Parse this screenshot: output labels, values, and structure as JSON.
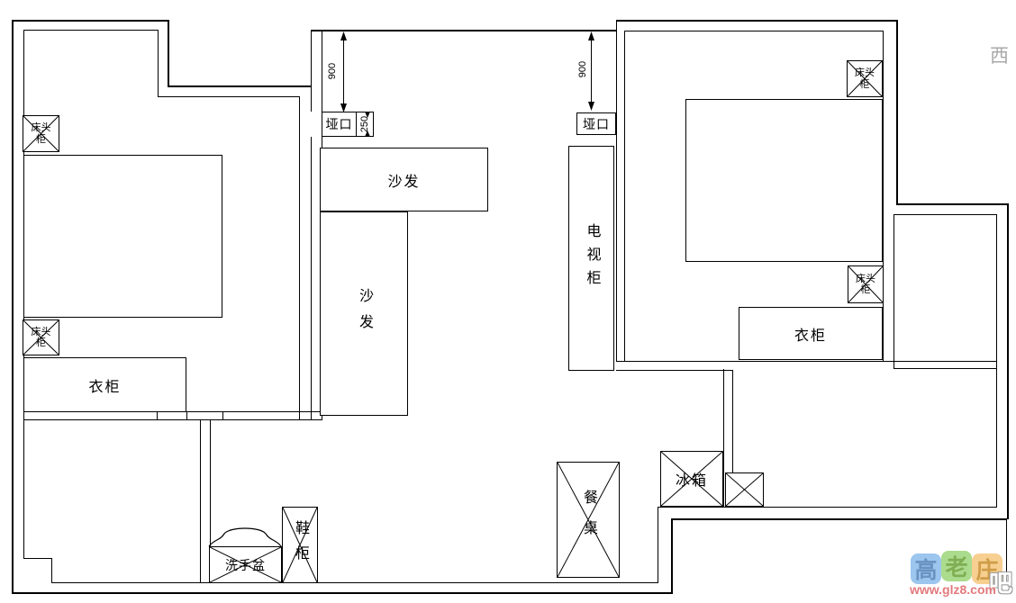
{
  "plan": {
    "openings": {
      "label": "垭口",
      "height_left": "900",
      "height_right": "900",
      "depth": "250"
    },
    "furniture": {
      "bedside_cabinet": {
        "line1": "床头",
        "line2": "柜"
      },
      "sofa": "沙发",
      "wardrobe": "衣柜",
      "tv_cabinet": "电视柜",
      "dining_table": "餐桌",
      "fridge": "冰箱",
      "wash_basin": "洗手盆",
      "shoe_cabinet": "鞋柜"
    }
  },
  "watermarks": {
    "compass_west": "西",
    "badge": {
      "char1": "高",
      "char2": "老",
      "char3": "庄",
      "suffix": "吧",
      "url": "www.glz8.com",
      "colors": {
        "blue_bg": "#9cc6ee",
        "blue_fg": "#6a92c2",
        "green_bg": "#abdb8d",
        "green_fg": "#7fae54",
        "orange_bg": "#f7cf90",
        "orange_fg": "#cf9d49",
        "url_fg": "#e2797c"
      }
    }
  },
  "line_color": "#000000",
  "background": "#ffffff"
}
